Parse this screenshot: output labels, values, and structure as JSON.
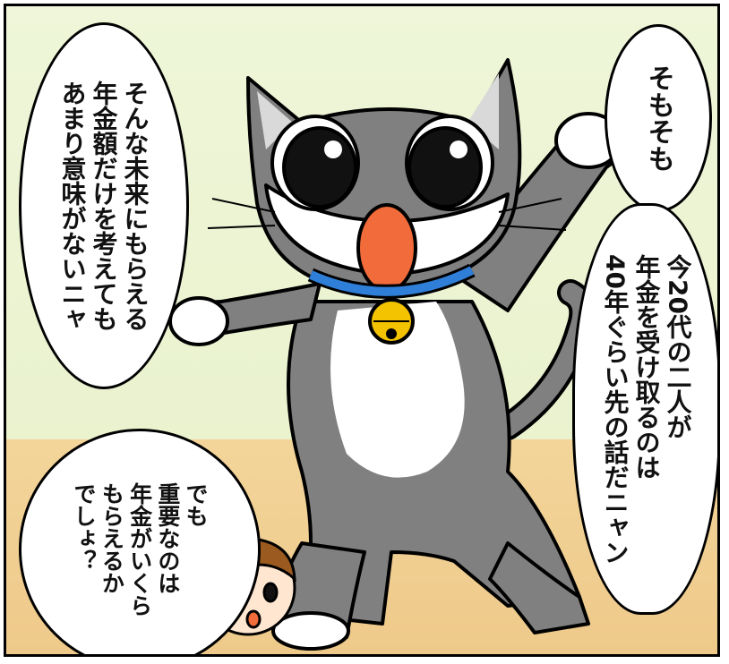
{
  "bubbles": {
    "left": "そんな未来にもらえる\n年金額だけを考えても\nあまり意味がないニャ",
    "right_top": "そもそも",
    "right": "今20代の二人が\n年金を受け取るのは\n40年ぐらい先の話だニャン",
    "bottom": "でも\n重要なのは\n年金がいくら\nもらえるか\nでしょ？"
  },
  "colors": {
    "background": "#eff6d9",
    "floor": "#f3d59a",
    "cat_gray": "#808080",
    "collar": "#2f7fd8",
    "bell": "#f3c200",
    "mouth": "#f26b3a",
    "hair": "#9b5a1f"
  },
  "icons": [
    "cat-character",
    "girl-character",
    "bell-icon"
  ]
}
